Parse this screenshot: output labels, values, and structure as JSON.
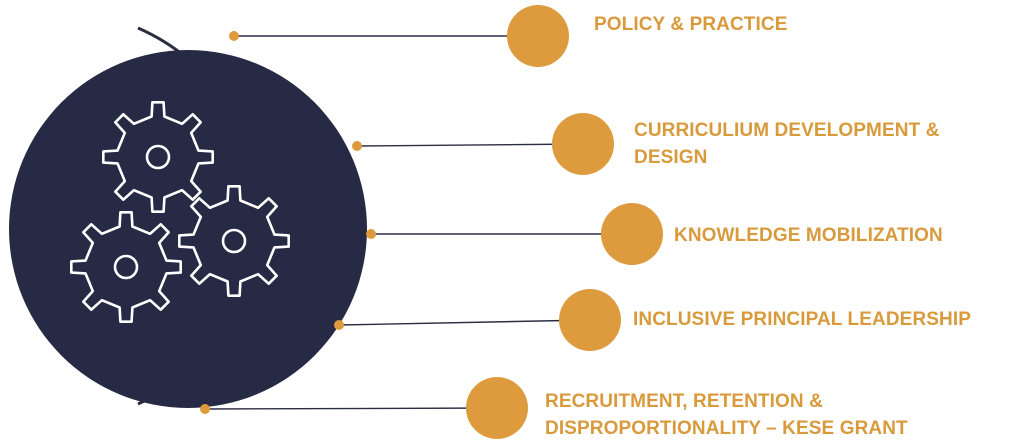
{
  "colors": {
    "accent": "#dd9b3e",
    "navy": "#272a44",
    "line": "#2b2d42",
    "background": "#ffffff",
    "gear_stroke": "#ffffff"
  },
  "center_icon": "gears-icon",
  "items": [
    {
      "lines": [
        "POLICY & PRACTICE"
      ]
    },
    {
      "lines": [
        "CURRICULIUM DEVELOPMENT &",
        "DESIGN"
      ]
    },
    {
      "lines": [
        "KNOWLEDGE MOBILIZATION"
      ]
    },
    {
      "lines": [
        "INCLUSIVE PRINCIPAL LEADERSHIP"
      ]
    },
    {
      "lines": [
        "RECRUITMENT, RETENTION &",
        "DISPROPORTIONALITY – KESE GRANT"
      ]
    }
  ]
}
